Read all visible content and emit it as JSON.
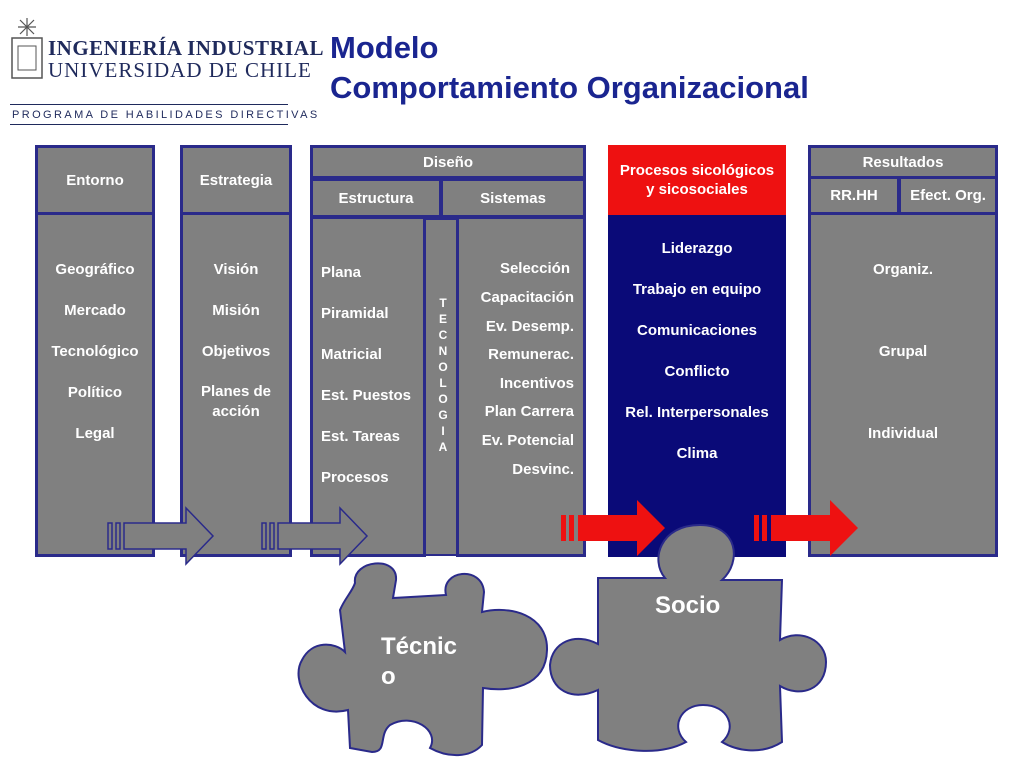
{
  "logo": {
    "line1": "INGENIERÍA INDUSTRIAL",
    "line2": "UNIVERSIDAD DE CHILE",
    "program": "PROGRAMA DE HABILIDADES DIRECTIVAS"
  },
  "title": {
    "line1": "Modelo",
    "line2": "Comportamiento Organizacional"
  },
  "columns": {
    "entorno": {
      "header": "Entorno",
      "items": [
        "Geográfico",
        "Mercado",
        "Tecnológico",
        "Político",
        "Legal"
      ]
    },
    "estrategia": {
      "header": "Estrategia",
      "items": [
        "Visión",
        "Misión",
        "Objetivos",
        "Planes  de",
        "acción"
      ]
    },
    "diseno": {
      "header": "Diseño",
      "estructura": {
        "header": "Estructura",
        "items": [
          "Plana",
          "Piramidal",
          "Matricial",
          "Est. Puestos",
          "Est. Tareas",
          "Procesos"
        ]
      },
      "tecnologia": [
        "T",
        "E",
        "C",
        "N",
        "O",
        "L",
        "O",
        "G",
        "I",
        "A"
      ],
      "sistemas": {
        "header": "Sistemas",
        "items": [
          "Selección",
          "Capacitación",
          "Ev. Desemp.",
          "Remunerac.",
          "Incentivos",
          "Plan Carrera",
          "Ev. Potencial",
          "Desvinc."
        ]
      }
    },
    "procesos": {
      "header_line1": "Procesos sicológicos",
      "header_line2": "y sicosociales",
      "items": [
        "Liderazgo",
        "Trabajo en equipo",
        "Comunicaciones",
        "Conflicto",
        "Rel. Interpersonales",
        "Clima"
      ]
    },
    "resultados": {
      "header": "Resultados",
      "sub1": "RR.HH",
      "sub2": "Efect. Org.",
      "items": [
        "Organiz.",
        "Grupal",
        "Individual"
      ]
    }
  },
  "puzzles": {
    "tecnico_line1": "Técnic",
    "tecnico_line2": "o",
    "socio": "Socio"
  },
  "colors": {
    "gray": "#808080",
    "navy": "#0a0a78",
    "red": "#ee1111",
    "title": "#1a2590"
  }
}
